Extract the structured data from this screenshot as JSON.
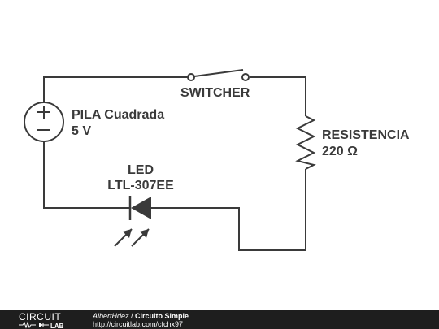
{
  "diagram": {
    "battery": {
      "name": "PILA Cuadrada",
      "value": "5 V"
    },
    "switch": {
      "name": "SWITCHER"
    },
    "resistor": {
      "name": "RESISTENCIA",
      "value": "220 Ω"
    },
    "led": {
      "name": "LED",
      "value": "LTL-307EE"
    },
    "colors": {
      "wire": "#3a3a3a",
      "footer_bg": "#1e1e1e"
    }
  },
  "footer": {
    "logo_top": "CIRCUIT",
    "logo_bottom": "LAB",
    "author": "AlbertHdez",
    "separator": " / ",
    "title": "Circuito Simple",
    "url": "http://circuitlab.com/cfchx97"
  }
}
